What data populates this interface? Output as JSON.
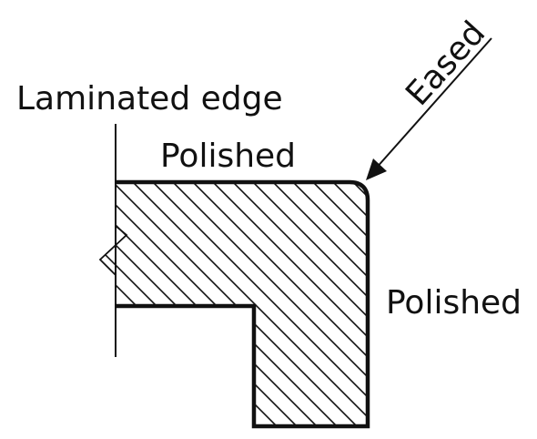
{
  "labels": {
    "laminated_edge": "Laminated edge",
    "polished_top": "Polished",
    "polished_right": "Polished",
    "eased": "Eased"
  },
  "colors": {
    "ink": "#111111",
    "background": "#ffffff"
  }
}
